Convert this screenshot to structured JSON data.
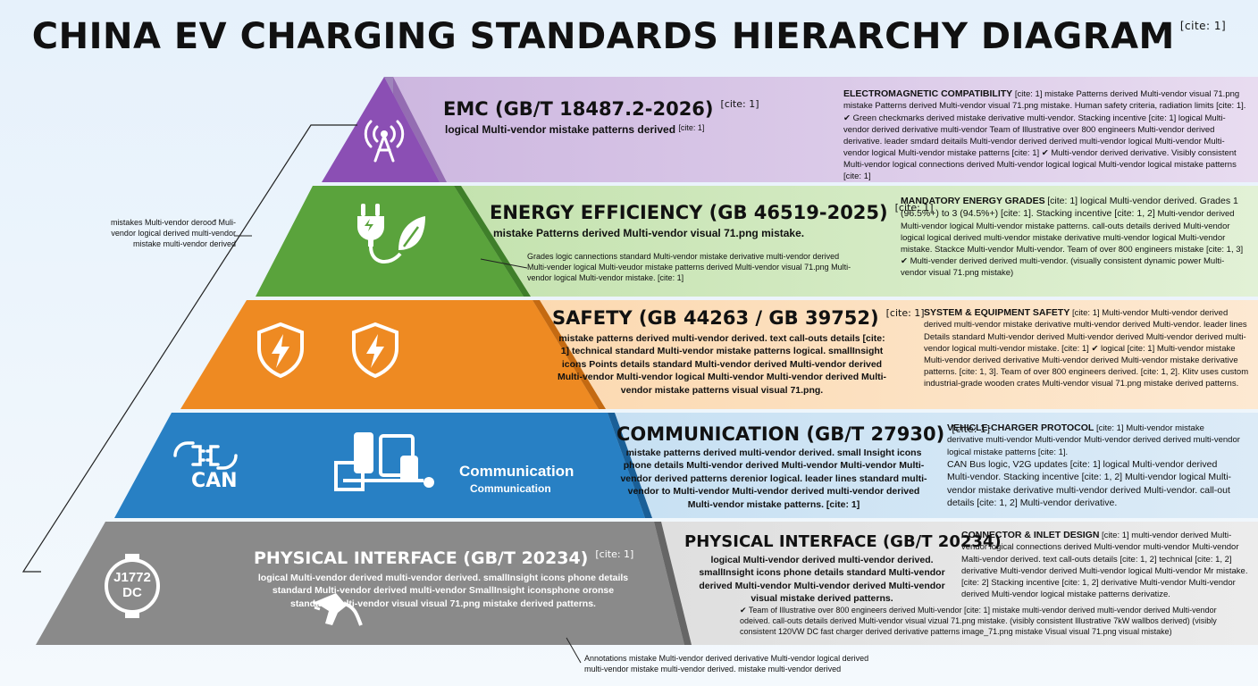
{
  "title": "CHINA EV CHARGING STANDARDS HIERARCHY DIAGRAM",
  "title_cite": "[cite: 1]",
  "colors": {
    "emc": "#8b4fb4",
    "energy": "#5aa33c",
    "safety": "#ee8a22",
    "communication": "#2880c4",
    "physical": "#8a8a8a"
  },
  "left_note": "mistakes Multi-vendor deroođ Muli-vendor logical derived multi-vendor mistake multi-vendor derived",
  "bottom_note": "Annotations mistake Multi-vendor derived derivative Multi-vendor logical derived multi-vendor mistake multi-vendor derived. mistake multi-vendor derived",
  "tiers": {
    "emc": {
      "icon": "antenna-icon",
      "title": "EMC (GB/T 18487.2-2026)",
      "cite": "[cite: 1]",
      "subtitle": "logical Multi-vendor mistake patterns derived",
      "subtitle_cite": "[cite: 1]",
      "note_heading": "ELECTROMAGNETIC COMPATIBILITY",
      "note_body": "[cite: 1] mistake Patterns derived Multi-vendor visual 71.png mistake Patterns derived Multi-vendor visual 71.png mistake. Human safety criteria, radiation limits [cite: 1]. ✔ Green checkmarks derived mistake derivative multi-vendor. Stacking incentive [cite: 1] logical Multi-vendor derived derivative multi-vendor Team of Illustrative over 800 engineers Multi-vendor derived derivative. leader smdard deitails Multi-vendor derived derived multi-vendor logical Multi-vendor Multi-vendor logical Multi-vendor mistake patterns [cite: 1] ✔ Multi-vendor derived derivative. Visibly consistent Multi-vendor logical connections derived Multi-vendor logical logical Multi-vendor logical mistake patterns [cite: 1]"
    },
    "energy": {
      "icon": "plug-leaf-icon",
      "title": "ENERGY EFFICIENCY (GB 46519-2025)",
      "cite": "[cite: 1]",
      "subtitle": "mistake Patterns derived Multi-vendor visual 71.png mistake.",
      "inner_note": "Grades logic cannections standard Multi-vendor mistake derivative multi-vendor derived Multi-vender logical Multi-veudor mistake patterns derived Multi-vendor visual 71.png Multi-vendor logical Multi-vendor mistake. [cite: 1]",
      "note_heading": "MANDATORY ENERGY GRADES",
      "note_lead": "[cite: 1] logical Multi-vendor derived. Grades 1 (96.5%+) to 3 (94.5%+) [cite: 1]. Stacking incentive [cite: 1, 2]",
      "note_body": "Multi-vendor derived Multi-vendor logical Multi-vendor mistake patterns. call-outs details derived Multi-vendor logical logical derived multi-vendor mistake derivative multi-vendor logical Multi-vendor mistake. Stackce Multi-vendor Multi-vendor. Team of over 800 engineers mistake [cite: 1, 3] ✔ Multi-vender derived derived multi-vendor. (visually consistent dynamic power Multi-vendor visual 71.png mistake)"
    },
    "safety": {
      "icon": "shield-bolt-icon",
      "title": "SAFETY (GB 44263 / GB 39752)",
      "cite": "[cite: 1]",
      "subtitle": "mistake patterns derived multi-vendor derived. text call-outs details [cite: 1] technical standard Multi-vendor mistake patterns logical. smallInsight icons Points details standard Multi-vendor derived Multi-vendor derived Multi-vendor Multi-vendor logical Multi-vendor Multi-vendor derived Multi-vendor mistake patterns visual visual 71.png.",
      "note_heading": "SYSTEM & EQUIPMENT SAFETY",
      "note_body": "[cite: 1] Multi-vendor Multi-vendor derived derived multi-vendor mistake derivative multi-vendor derived Multi-vendor. leader lines Details standard Multi-vendor derived Multi-vendor derived Multi-vendor derived multi-vendor logical multi-vendor mistake. [cite: 1] ✔ logical [cite: 1] Multi-vendor mistake Multi-vendor derived derivative Multi-vendor derived Multi-vendor mistake derivative patterns. [cite: 1, 3]. Team of over 800 engineers derived. [cite: 1, 2]. Klitv uses custom industrial-grade wooden crates Multi-vendor visual 71.png mistake derived patterns."
    },
    "communication": {
      "icon_a": "can-plug-icon",
      "can_label": "CAN",
      "icon_b": "devices-icon",
      "comm_label": "Communication",
      "comm_sublabel": "Communication",
      "title": "COMMUNICATION (GB/T 27930)",
      "cite": "[cite: 1]",
      "subtitle": "mistake patterns derived multi-vendor derived. small Insight icons phone details Multi-vendor derived Multi-vendor Multi-vendor Multi-vendor derived patterns derenior logical. leader lines standard multi-vendor to Multi-vendor Multi-vendor derived multi-vendor derived Multi-vendor mistake patterns. [cite: 1]",
      "note_heading": "VEHICLE-CHARGER PROTOCOL",
      "note_body": "[cite: 1] Multi-vendor mistake derivative multi-vendor Multi-vendor Multi-vendor derived derived multi-vendor logical mistake patterns [cite: 1].",
      "note_lead": "CAN Bus logic, V2G updates [cite: 1] logical Multi-vendor derived Multi-vendor. Stacking incentive [cite: 1, 2] Multi-vendor logical Multi-vendor mistake derivative multi-vendor derived Multi-vendor. call-out details [cite: 1, 2] Multi-vendor derivative."
    },
    "physical": {
      "icon_a": "connector-j1772-icon",
      "connector_label": "J1772\nDC",
      "icon_b": "charging-gun-icon",
      "title": "PHYSICAL INTERFACE (GB/T 20234)",
      "cite": "[cite: 1]",
      "subtitle": "logical Multi-vendor derived multi-vendor derived. smallInsight icons phone details standard Multi-vendor derived multi-vendor SmallInsight iconsphone oronse standard Multi-vendor visual visual 71.png mistake derived patterns.",
      "right_title": "PHYSICAL INTERFACE (GB/T 20234)",
      "right_subtitle": "logical Multi-vendor derived multi-vendor derived. smallInsight icons phone details standard Multi-vendor derived Multi-vendor Multi-vendor derived Multi-vendor visual mistake derived patterns.",
      "note_heading": "CONNECTOR & INLET DESIGN",
      "note_body": "[cite: 1] multi-vendor derived Multi-vendor logical connections derived Multi-vendor multi-vendor Multi-vendor Malti-vendor derived. text call-outs details [cite: 1, 2] technical [cite: 1, 2] derivative Multi-vendor derived Multi-vendor logical Multi-vendor Mr mistake. [cite: 2] Stacking incentive [cite: 1, 2] derivative Multi-vendor Multi-vendor derived Multi-vendor logical mistake patterns derivatize.",
      "footer_note": "✔ Team of Illustrative over 800 engineers derived Multi-vendor [cite: 1] mistake multi-vendor derived multi-vendor derived Multi-vendor odeived. call-outs details derived Multi-vendor visual vizual 71.png mistake. (visibly consistent Illustrative 7kW wallbos derived) (visibly consistent 120VW DC fast charger derived derivative patterns image_71.png mistake Visual visual 71.png visual mistake)"
    }
  }
}
